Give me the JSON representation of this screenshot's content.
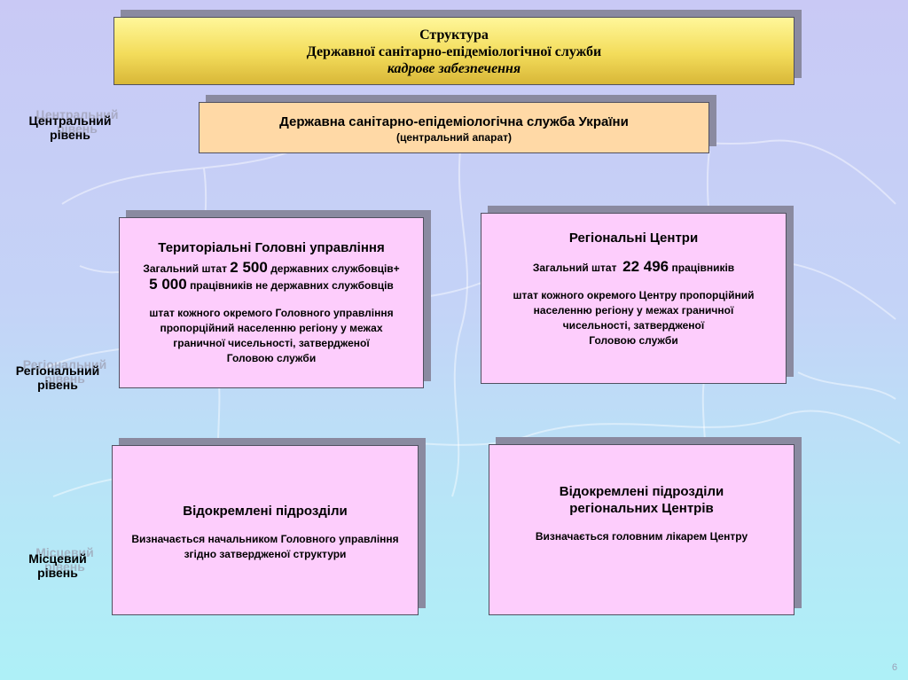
{
  "title": {
    "line1": "Структура",
    "line2": "Державної санітарно-епідеміологічної служби",
    "line3": "кадрове забезпечення"
  },
  "levels": {
    "central": [
      "Центральний",
      "рівень"
    ],
    "regional": [
      "Регіональний",
      "рівень"
    ],
    "local": [
      "Місцевий",
      "рівень"
    ]
  },
  "central_box": {
    "title": "Державна санітарно-епідеміологічна служба України",
    "subtitle": "(центральний апарат)"
  },
  "territorial_box": {
    "title": "Територіальні Головні управління",
    "staff_prefix": "Загальний штат",
    "staff_number": "2 500",
    "staff_suffix": "державних службовців+",
    "nonstaff_number": "5 000",
    "nonstaff_suffix": "працівників не державних службовців",
    "desc": [
      "штат кожного окремого Головного управління",
      "пропорційний населенню регіону у межах",
      "граничної чисельності, затвердженої",
      "Головою служби"
    ]
  },
  "regional_box": {
    "title": "Регіональні Центри",
    "staff_prefix": "Загальний штат",
    "staff_number": "22 496",
    "staff_suffix": "працівників",
    "desc": [
      "штат кожного окремого Центру пропорційний",
      "населенню регіону у межах граничної",
      "чисельності, затвердженої",
      "Головою служби"
    ]
  },
  "local_box_1": {
    "title": "Відокремлені підрозділи",
    "desc": [
      "Визначається начальником Головного управління",
      "згідно затвердженої структури"
    ]
  },
  "local_box_2": {
    "title": [
      "Відокремлені підрозділи",
      "регіональних Центрів"
    ],
    "desc": "Визначається головним лікарем Центру"
  },
  "page_number": "6",
  "colors": {
    "title_fill": "#f3dc5a",
    "central_fill": "#ffd9a6",
    "box_fill": "#fdcdfc",
    "shadow": "#8a8aa0"
  }
}
